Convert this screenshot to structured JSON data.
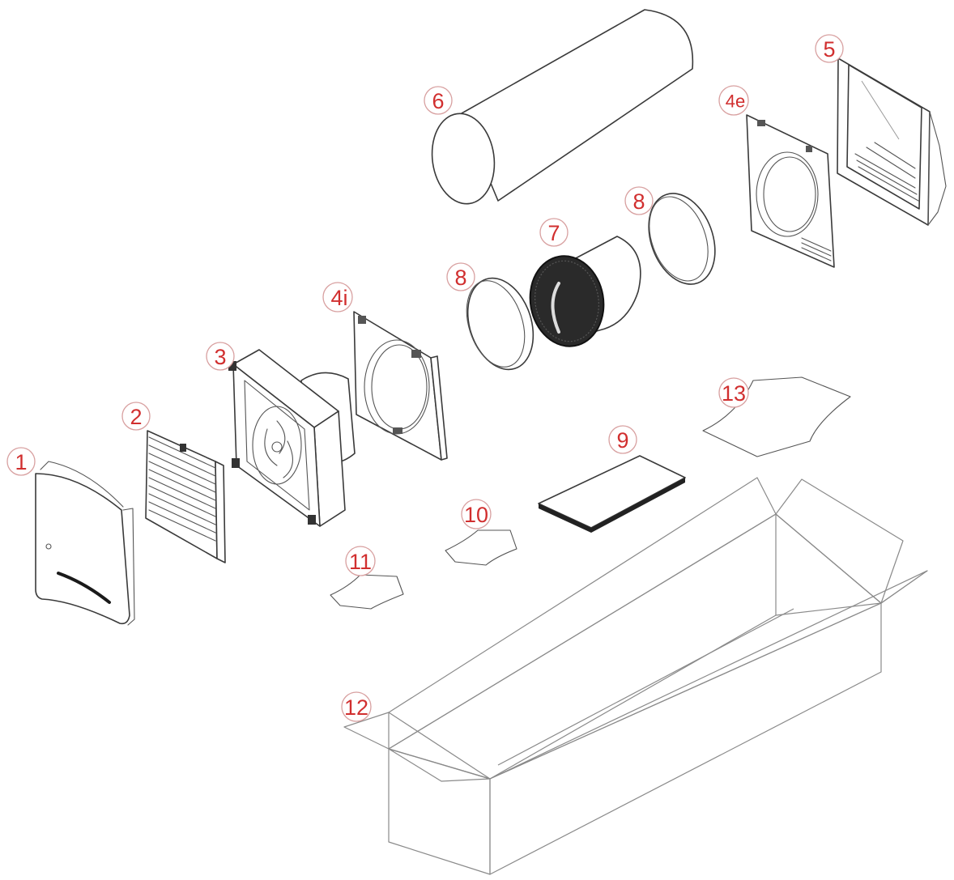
{
  "diagram": {
    "type": "exploded-view",
    "label_color": "#d12f2f",
    "line_color": "#3a3a3a",
    "labels": {
      "p1": "1",
      "p2": "2",
      "p3": "3",
      "p4i": "4i",
      "p4e": "4e",
      "p5": "5",
      "p6": "6",
      "p7": "7",
      "p8a": "8",
      "p8b": "8",
      "p9": "9",
      "p10": "10",
      "p11": "11",
      "p12": "12",
      "p13": "13"
    }
  }
}
